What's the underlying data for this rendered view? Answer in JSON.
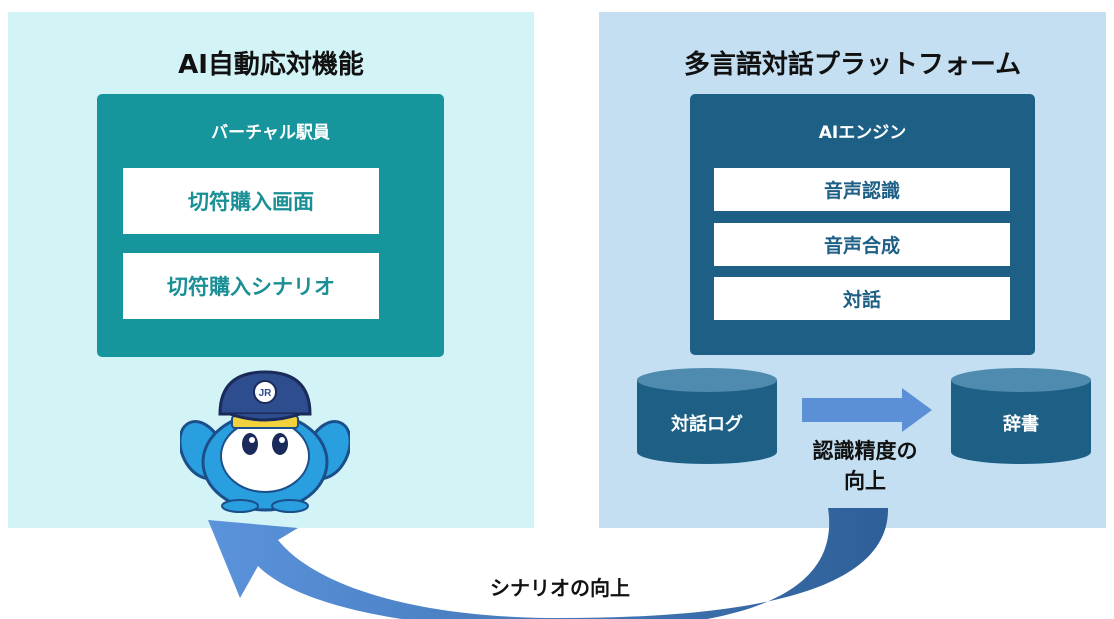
{
  "left_panel": {
    "title": "AI自動応対機能",
    "box_title": "バーチャル駅員",
    "items": [
      "切符購入画面",
      "切符購入シナリオ"
    ],
    "mascot_badge": "JR"
  },
  "right_panel": {
    "title": "多言語対話プラットフォーム",
    "engine_title": "AIエンジン",
    "engine_items": [
      "音声認識",
      "音声合成",
      "対話"
    ],
    "log_label": "対話ログ",
    "dict_label": "辞書",
    "improve_label_line1": "認識精度の",
    "improve_label_line2": "向上"
  },
  "bottom_label": "シナリオの向上",
  "colors": {
    "left_bg": "#d2f4f7",
    "right_bg": "#c3dff1",
    "teal_box": "#16969c",
    "teal_text": "#1a8f95",
    "navy_box": "#1d5f85",
    "navy_text": "#1d5f85",
    "arrow": "#5b8fd6"
  }
}
